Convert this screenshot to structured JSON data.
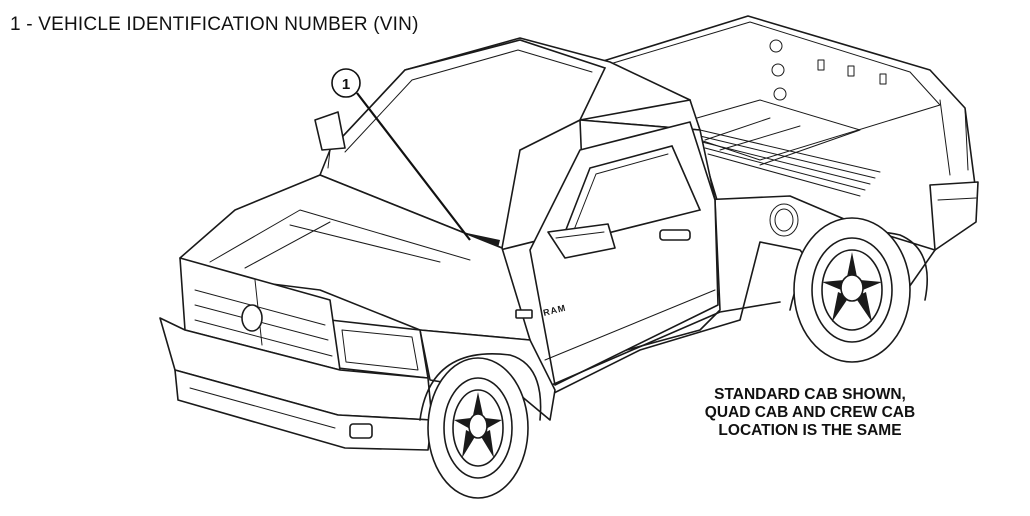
{
  "title": "1 - VEHICLE IDENTIFICATION NUMBER (VIN)",
  "note_lines": [
    "STANDARD CAB SHOWN,",
    "QUAD CAB AND CREW CAB",
    "LOCATION IS THE SAME"
  ],
  "callout": {
    "number": "1"
  },
  "badge": {
    "brand": "RAM"
  },
  "colors": {
    "ink": "#1a1a1a",
    "background": "#ffffff"
  }
}
